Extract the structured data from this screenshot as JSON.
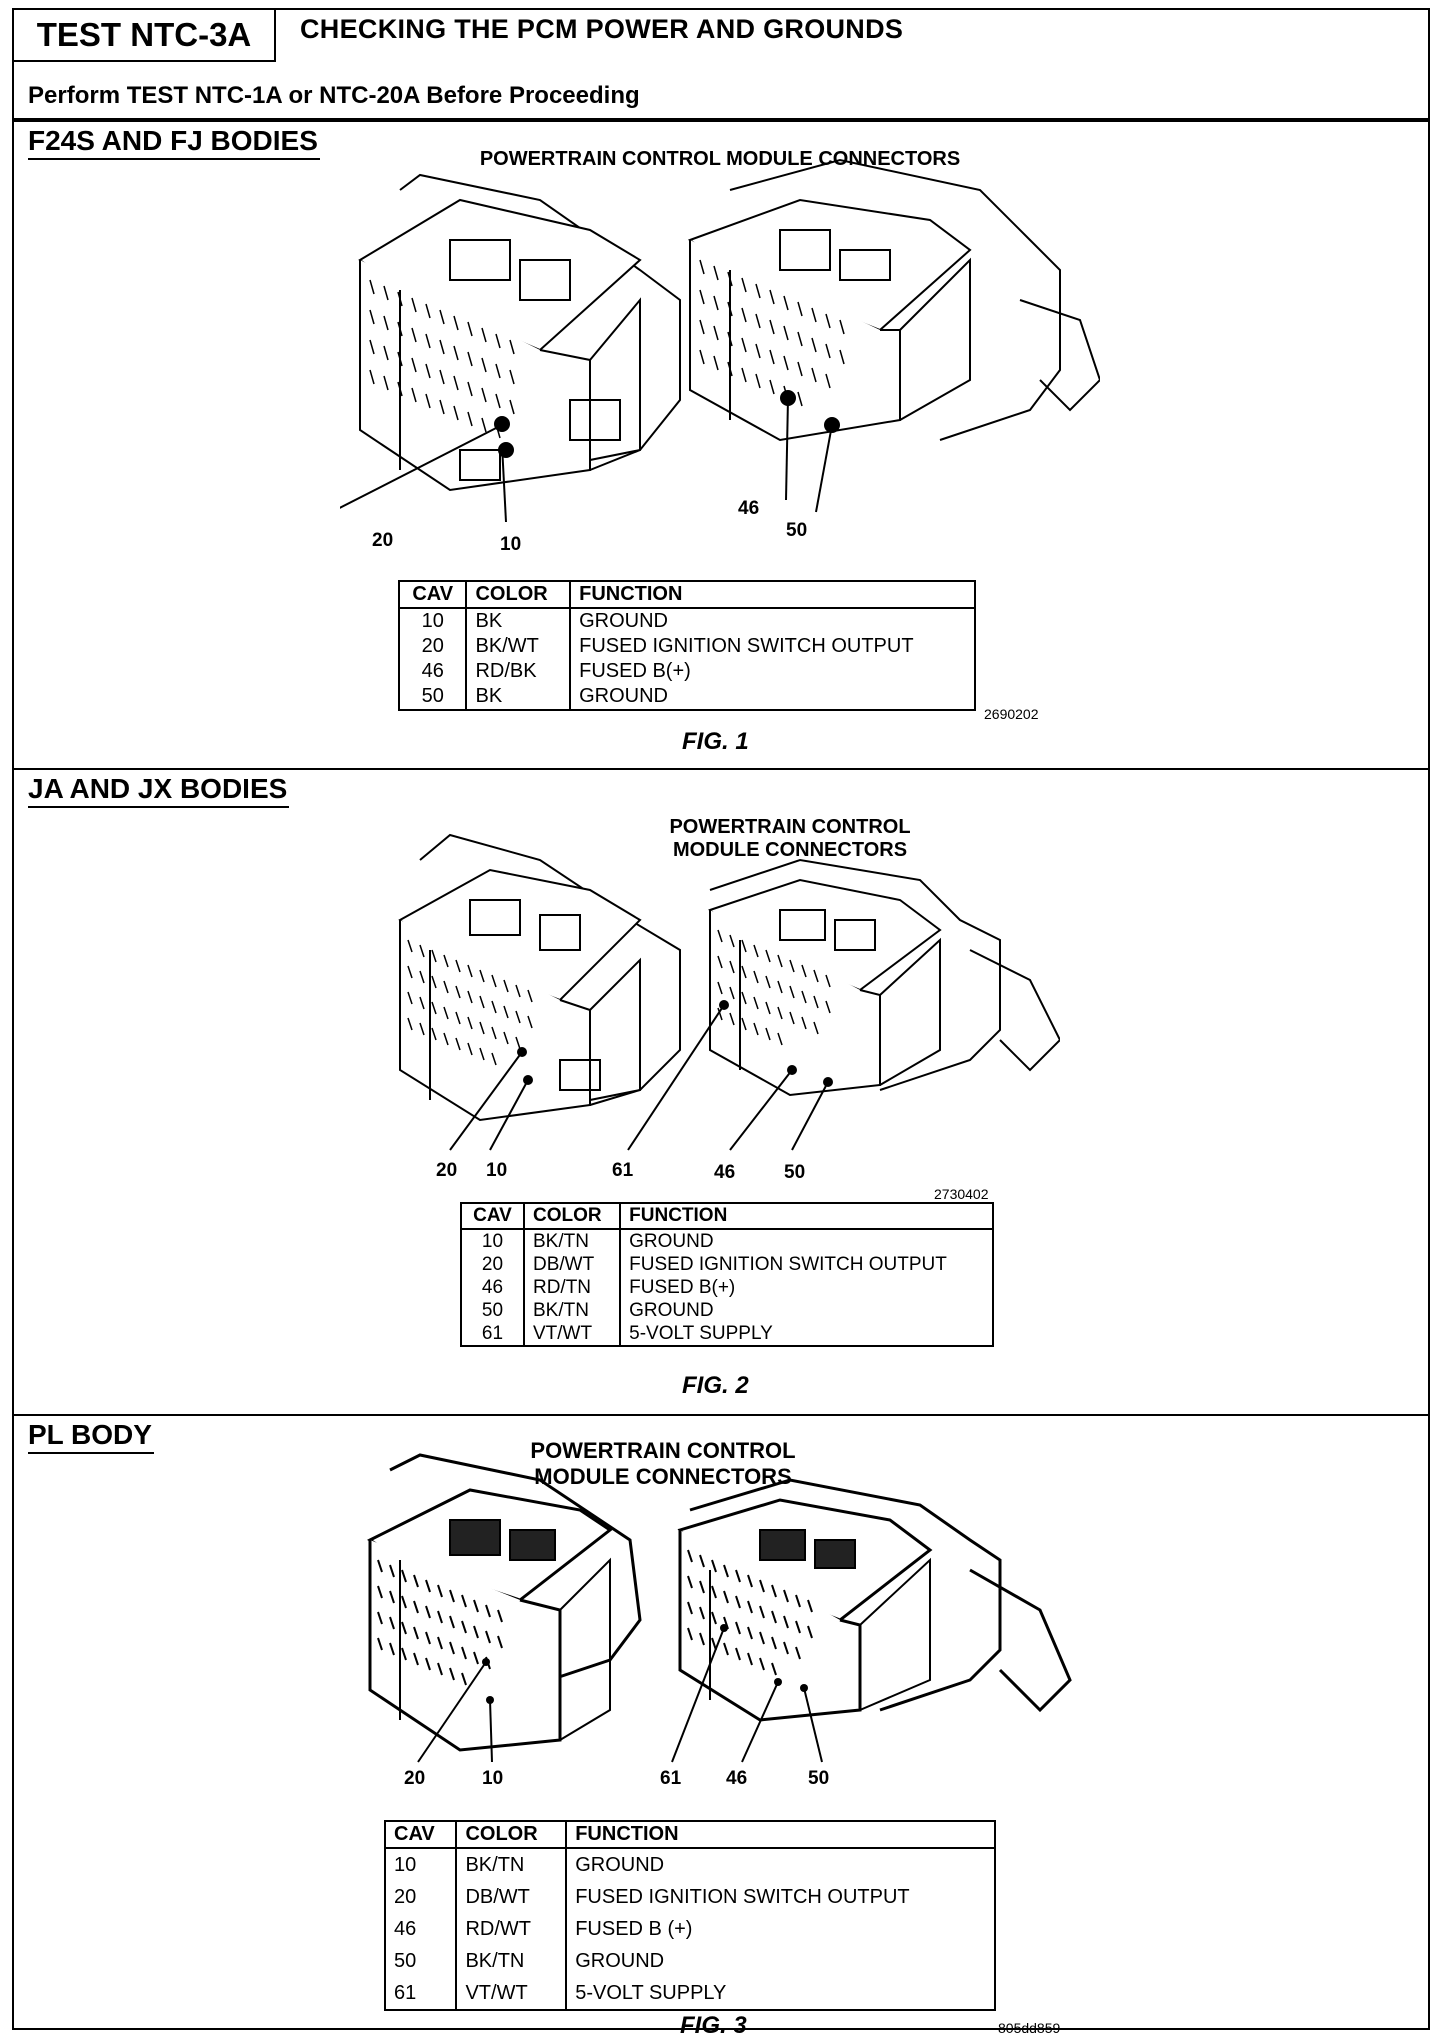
{
  "header": {
    "test_id": "TEST NTC-3A",
    "title": "CHECKING THE PCM POWER AND GROUNDS",
    "prerequisite": "Perform TEST NTC-1A or NTC-20A Before Proceeding"
  },
  "sections": [
    {
      "title": "F24S AND FJ BODIES",
      "caption": "POWERTRAIN CONTROL MODULE CONNECTORS",
      "callouts": [
        "20",
        "10",
        "46",
        "50"
      ],
      "table": {
        "headers": [
          "CAV",
          "COLOR",
          "FUNCTION"
        ],
        "rows": [
          [
            "10",
            "BK",
            "GROUND"
          ],
          [
            "20",
            "BK/WT",
            "FUSED IGNITION SWITCH OUTPUT"
          ],
          [
            "46",
            "RD/BK",
            "FUSED B(+)"
          ],
          [
            "50",
            "BK",
            "GROUND"
          ]
        ]
      },
      "figure_id": "2690202",
      "figure_caption": "FIG. 1"
    },
    {
      "title": "JA AND JX BODIES",
      "caption_line1": "POWERTRAIN CONTROL",
      "caption_line2": "MODULE CONNECTORS",
      "callouts": [
        "20",
        "10",
        "61",
        "46",
        "50"
      ],
      "table": {
        "headers": [
          "CAV",
          "COLOR",
          "FUNCTION"
        ],
        "rows": [
          [
            "10",
            "BK/TN",
            "GROUND"
          ],
          [
            "20",
            "DB/WT",
            "FUSED IGNITION SWITCH OUTPUT"
          ],
          [
            "46",
            "RD/TN",
            "FUSED B(+)"
          ],
          [
            "50",
            "BK/TN",
            "GROUND"
          ],
          [
            "61",
            "VT/WT",
            "5-VOLT SUPPLY"
          ]
        ]
      },
      "figure_id": "2730402",
      "figure_caption": "FIG. 2"
    },
    {
      "title": "PL BODY",
      "caption_line1": "POWERTRAIN CONTROL",
      "caption_line2": "MODULE CONNECTORS",
      "callouts": [
        "20",
        "10",
        "61",
        "46",
        "50"
      ],
      "table": {
        "headers": [
          "CAV",
          "COLOR",
          "FUNCTION"
        ],
        "rows": [
          [
            "10",
            "BK/TN",
            "GROUND"
          ],
          [
            "20",
            "DB/WT",
            "FUSED IGNITION SWITCH OUTPUT"
          ],
          [
            "46",
            "RD/WT",
            "FUSED B (+)"
          ],
          [
            "50",
            "BK/TN",
            "GROUND"
          ],
          [
            "61",
            "VT/WT",
            "5-VOLT SUPPLY"
          ]
        ]
      },
      "figure_id": "805dd859",
      "figure_caption": "FIG. 3"
    }
  ]
}
